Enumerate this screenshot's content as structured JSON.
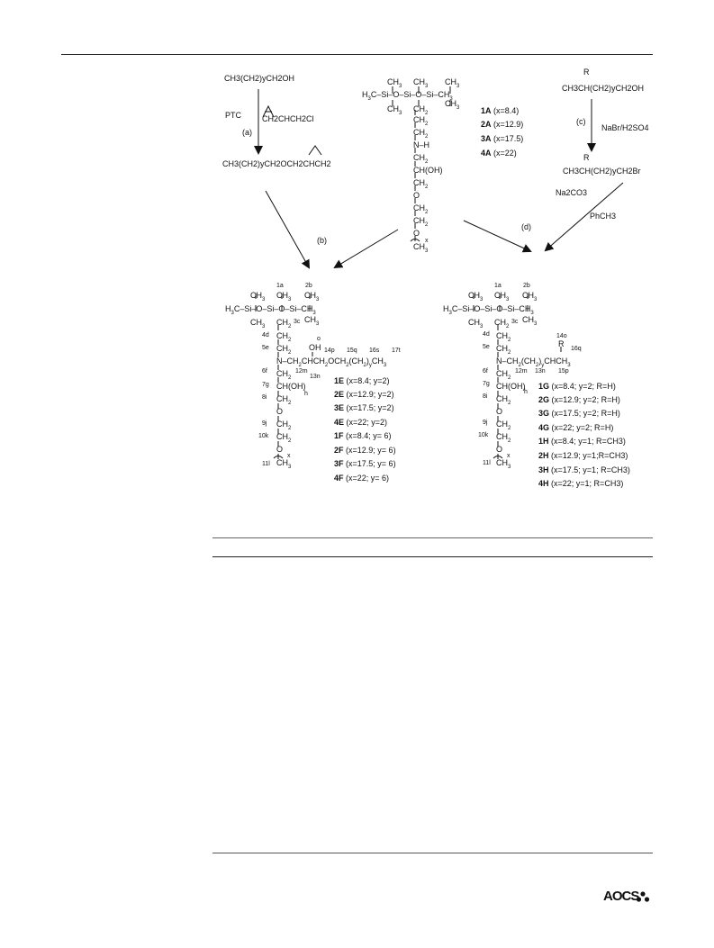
{
  "scheme": {
    "reagents": {
      "top_left_alcohol": "CH3(CH2)yCH2OH",
      "ptc": "PTC",
      "epichlorohydrin": "CH2CHCH2Cl",
      "label_a": "(a)",
      "glycidyl_ether": "CH3(CH2)yCH2OCH2CHCH2",
      "top_right_alcohol_r": "R",
      "top_right_alcohol": "CH3CH(CH2)yCH2OH",
      "label_c": "(c)",
      "nabr": "NaBr/H2SO4",
      "bromide_r": "R",
      "bromide": "CH3CH(CH2)yCH2Br",
      "na2co3": "Na2CO3",
      "phch3": "PhCH3",
      "label_b": "(b)",
      "label_d": "(d)"
    },
    "center_compounds": [
      {
        "id": "1A",
        "cond": "(x=8.4)"
      },
      {
        "id": "2A",
        "cond": "(x=12.9)"
      },
      {
        "id": "3A",
        "cond": "(x=17.5)"
      },
      {
        "id": "4A",
        "cond": "(x=22)"
      }
    ],
    "left_products": [
      {
        "id": "1E",
        "cond": "(x=8.4; y=2)"
      },
      {
        "id": "2E",
        "cond": "(x=12.9; y=2)"
      },
      {
        "id": "3E",
        "cond": "(x=17.5; y=2)"
      },
      {
        "id": "4E",
        "cond": "(x=22; y=2)"
      },
      {
        "id": "1F",
        "cond": "(x=8.4; y= 6)"
      },
      {
        "id": "2F",
        "cond": "(x=12.9; y= 6)"
      },
      {
        "id": "3F",
        "cond": "(x=17.5; y= 6)"
      },
      {
        "id": "4F",
        "cond": "(x=22; y= 6)"
      }
    ],
    "right_products": [
      {
        "id": "1G",
        "cond": "(x=8.4; y=2; R=H)"
      },
      {
        "id": "2G",
        "cond": "(x=12.9; y=2; R=H)"
      },
      {
        "id": "3G",
        "cond": "(x=17.5; y=2; R=H)"
      },
      {
        "id": "4G",
        "cond": "(x=22; y=2; R=H)"
      },
      {
        "id": "1H",
        "cond": "(x=8.4; y=1; R=CH3)"
      },
      {
        "id": "2H",
        "cond": "(x=12.9; y=1;R=CH3)"
      },
      {
        "id": "3H",
        "cond": "(x=17.5; y=1; R=CH3)"
      },
      {
        "id": "4H",
        "cond": "(x=22; y=1; R=CH3)"
      }
    ],
    "left_labels": {
      "a": "1a",
      "b": "2b",
      "c": "3c",
      "d": "4d",
      "e": "5e",
      "f": "6f",
      "g": "7g",
      "h": "h",
      "i": "8i",
      "j": "9j",
      "k": "10k",
      "l": "11l",
      "m": "12m",
      "n": "13n",
      "o": "o",
      "p": "14p",
      "q": "15q",
      "s": "16s",
      "t": "17t"
    },
    "right_labels": {
      "a": "1a",
      "b": "2b",
      "c": "3c",
      "d": "4d",
      "e": "5e",
      "f": "6f",
      "g": "7g",
      "h": "h",
      "i": "8i",
      "j": "9j",
      "k": "10k",
      "l": "11l",
      "m": "12m",
      "n": "13n",
      "o": "14o",
      "q": "16q",
      "p": "15p"
    }
  },
  "footer": {
    "logo": "AOCS"
  }
}
